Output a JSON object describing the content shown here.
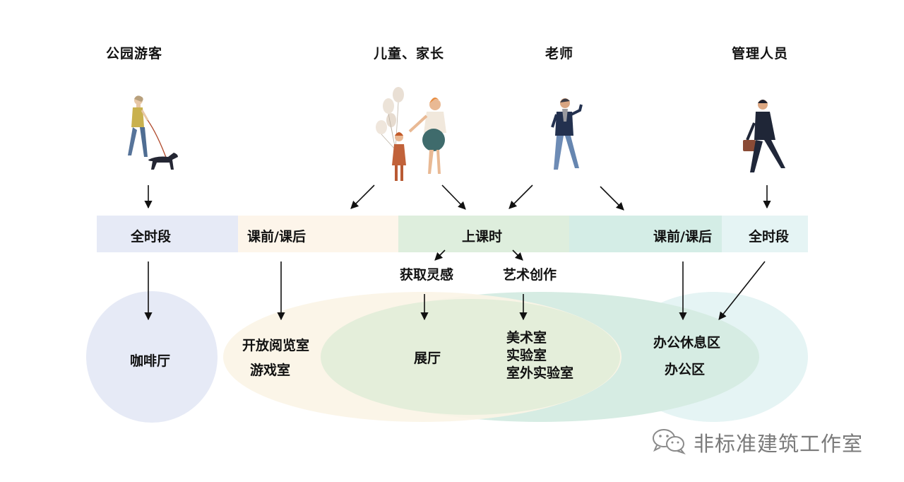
{
  "users": {
    "visitors": "公园游客",
    "children_parents": "儿童、家长",
    "teachers": "老师",
    "managers": "管理人员"
  },
  "timeline": {
    "all_day_left": "全时段",
    "before_after_left": "课前/课后",
    "in_class": "上课时",
    "before_after_right": "课前/课后",
    "all_day_right": "全时段"
  },
  "activities": {
    "inspiration": "获取灵感",
    "art_creation": "艺术创作"
  },
  "spaces": {
    "cafe": "咖啡厅",
    "reading_room": "开放阅览室",
    "game_room": "游戏室",
    "exhibition_hall": "展厅",
    "art_room": "美术室",
    "lab": "实验室",
    "outdoor_lab": "室外实验室",
    "office_lounge": "办公休息区",
    "office_area": "办公区"
  },
  "colors": {
    "blue_band": "#e6eaf6",
    "cream_band": "#fdf5ea",
    "green_band": "#deeedd",
    "mint_band": "#d4ede6",
    "light_mint_band": "#e5f4f4"
  },
  "watermark": {
    "icon": "wechat-icon",
    "text": "非标准建筑工作室"
  }
}
